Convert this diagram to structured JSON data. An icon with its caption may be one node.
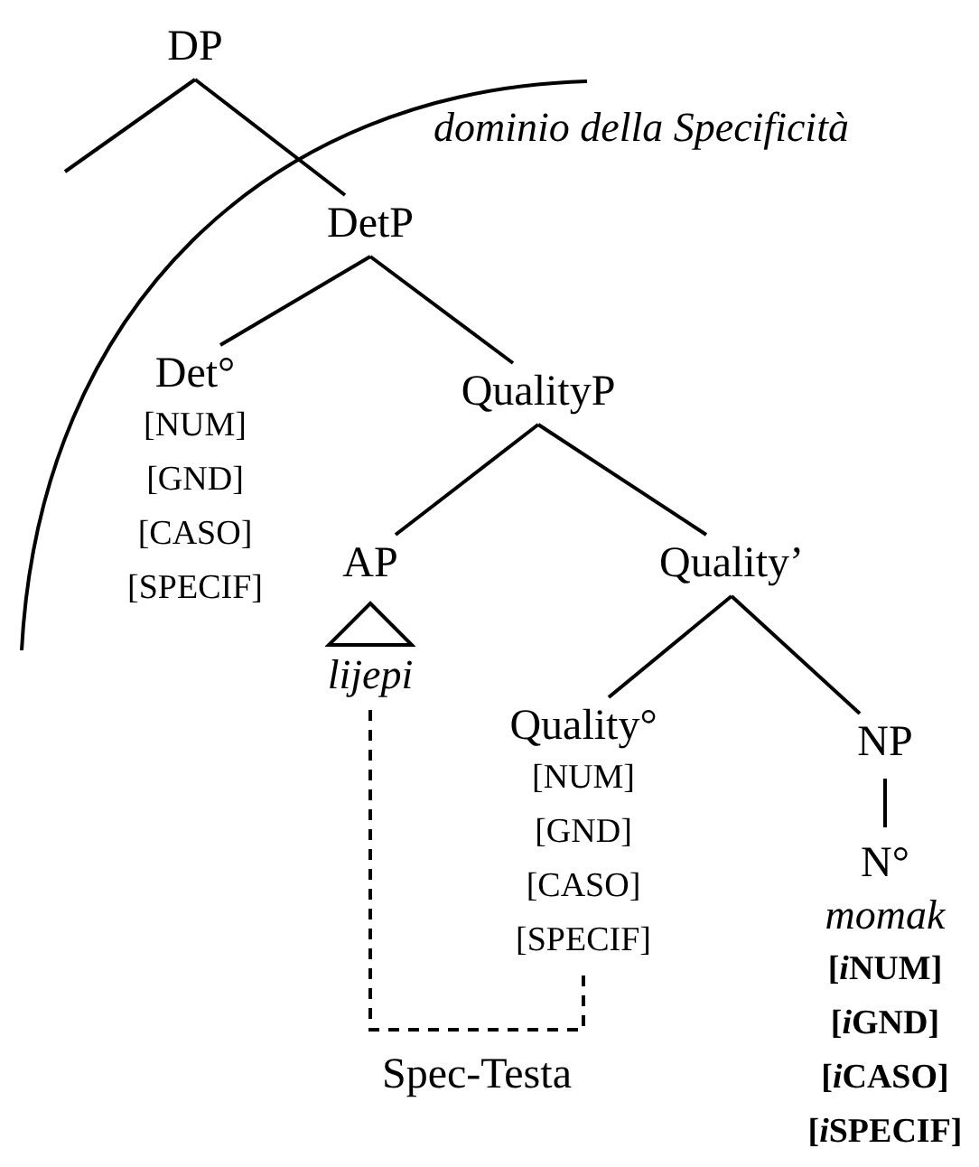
{
  "diagram": {
    "nodes": [
      {
        "text": [
          "DP"
        ]
      },
      {
        "text": [
          "DetP"
        ]
      },
      {
        "text": [
          "Det°",
          "[NUM]",
          "[GND]",
          "[CASO]",
          "[SPECIF]"
        ]
      },
      {
        "text": [
          "QualityP"
        ]
      },
      {
        "text": [
          "AP",
          "lijepi"
        ]
      },
      {
        "text": [
          "Quality’"
        ]
      },
      {
        "text": [
          "Quality°",
          "[NUM]",
          "[GND]",
          "[CASO]",
          "[SPECIF]"
        ]
      },
      {
        "text": [
          "NP"
        ]
      },
      {
        "text": [
          "N°",
          "momak",
          "[iNUM]",
          "[iGND]",
          "[iCASO]",
          "[iSPECIF]"
        ]
      }
    ],
    "edges": [
      {
        "from": 0,
        "to": null,
        "arrow": "none"
      },
      {
        "from": 0,
        "to": 1,
        "arrow": "none"
      },
      {
        "from": 1,
        "to": 2,
        "arrow": "none"
      },
      {
        "from": 1,
        "to": 3,
        "arrow": "none"
      },
      {
        "from": 3,
        "to": 4,
        "arrow": "none"
      },
      {
        "from": 3,
        "to": 5,
        "arrow": "none"
      },
      {
        "from": 5,
        "to": 6,
        "arrow": "none"
      },
      {
        "from": 5,
        "to": 7,
        "arrow": "none"
      },
      {
        "from": 7,
        "to": 8,
        "arrow": "none"
      },
      {
        "from": 4,
        "to": 6,
        "arrow": "none",
        "style": "dashed",
        "label": "Spec-Testa"
      }
    ],
    "labels": [
      "dominio della Specificità"
    ]
  }
}
